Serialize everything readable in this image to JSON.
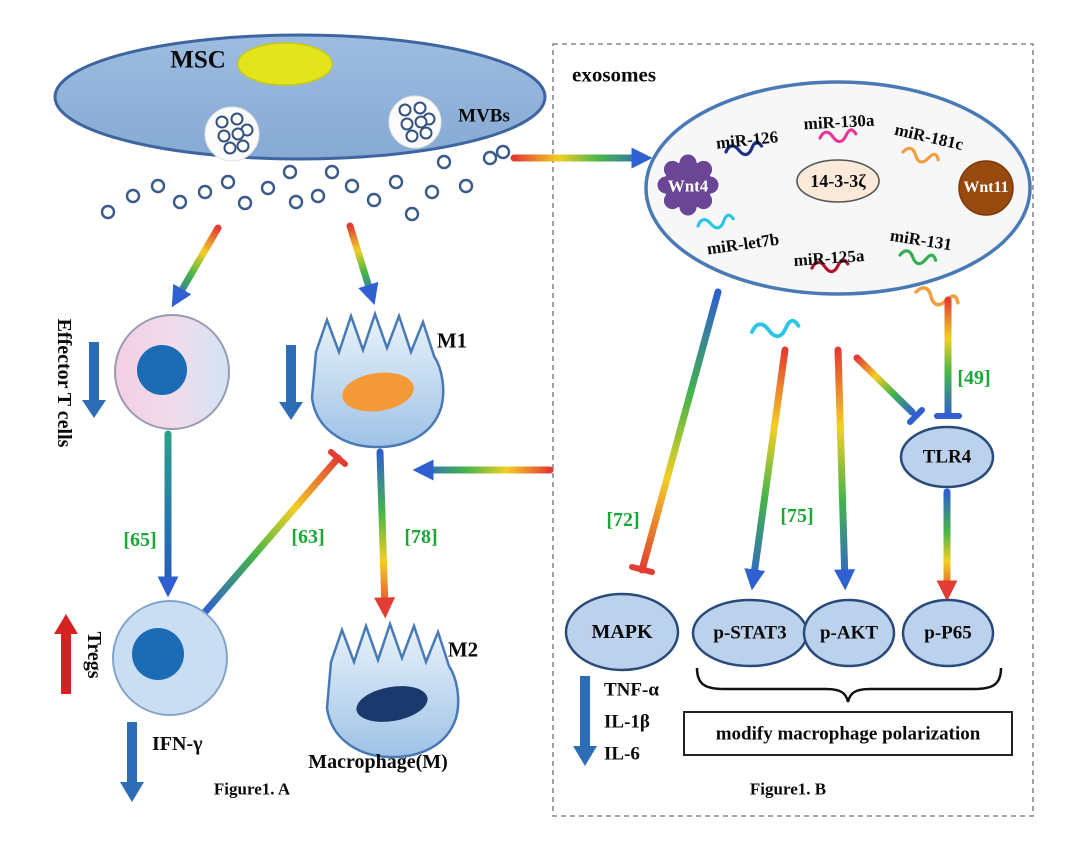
{
  "panel_a": {
    "msc_label": "MSC",
    "mvbs_label": "MVBs",
    "effector_t_cells_label": "Effector T cells",
    "m1_label": "M1",
    "m2_label": "M2",
    "tregs_label": "Tregs",
    "ifn_gamma_label": "IFN-γ",
    "macrophage_label": "Macrophage(M)",
    "figure_label": "Figure1. A",
    "refs": {
      "r65": "[65]",
      "r63": "[63]",
      "r78": "[78]"
    }
  },
  "panel_b": {
    "exosomes_label": "exosomes",
    "cargo": {
      "wnt4": "Wnt4",
      "mir126": "miR-126",
      "mir130a": "miR-130a",
      "mir181c": "miR-181c",
      "protein14_3_3": "14-3-3ζ",
      "wnt11": "Wnt11",
      "mir_let7b": "miR-let7b",
      "mir125a": "miR-125a",
      "mir131": "miR-131"
    },
    "nodes": {
      "mapk": "MAPK",
      "pstat3": "p-STAT3",
      "pakt": "p-AKT",
      "tlr4": "TLR4",
      "pp65": "p-P65"
    },
    "refs": {
      "r72": "[72]",
      "r75": "[75]",
      "r49": "[49]"
    },
    "cytokines": [
      "TNF-α",
      "IL-1β",
      "IL-6"
    ],
    "polarization_label": "modify macrophage polarization",
    "figure_label": "Figure1. B"
  },
  "colors": {
    "reference_green": "#17a838",
    "block_arrow_blue": "#2d6db5",
    "block_arrow_red": "#d42222",
    "cell_blue": "#a8c9e8",
    "rainbow": [
      "#e23c33",
      "#f2cf25",
      "#45b54a",
      "#2f5fd0"
    ]
  }
}
